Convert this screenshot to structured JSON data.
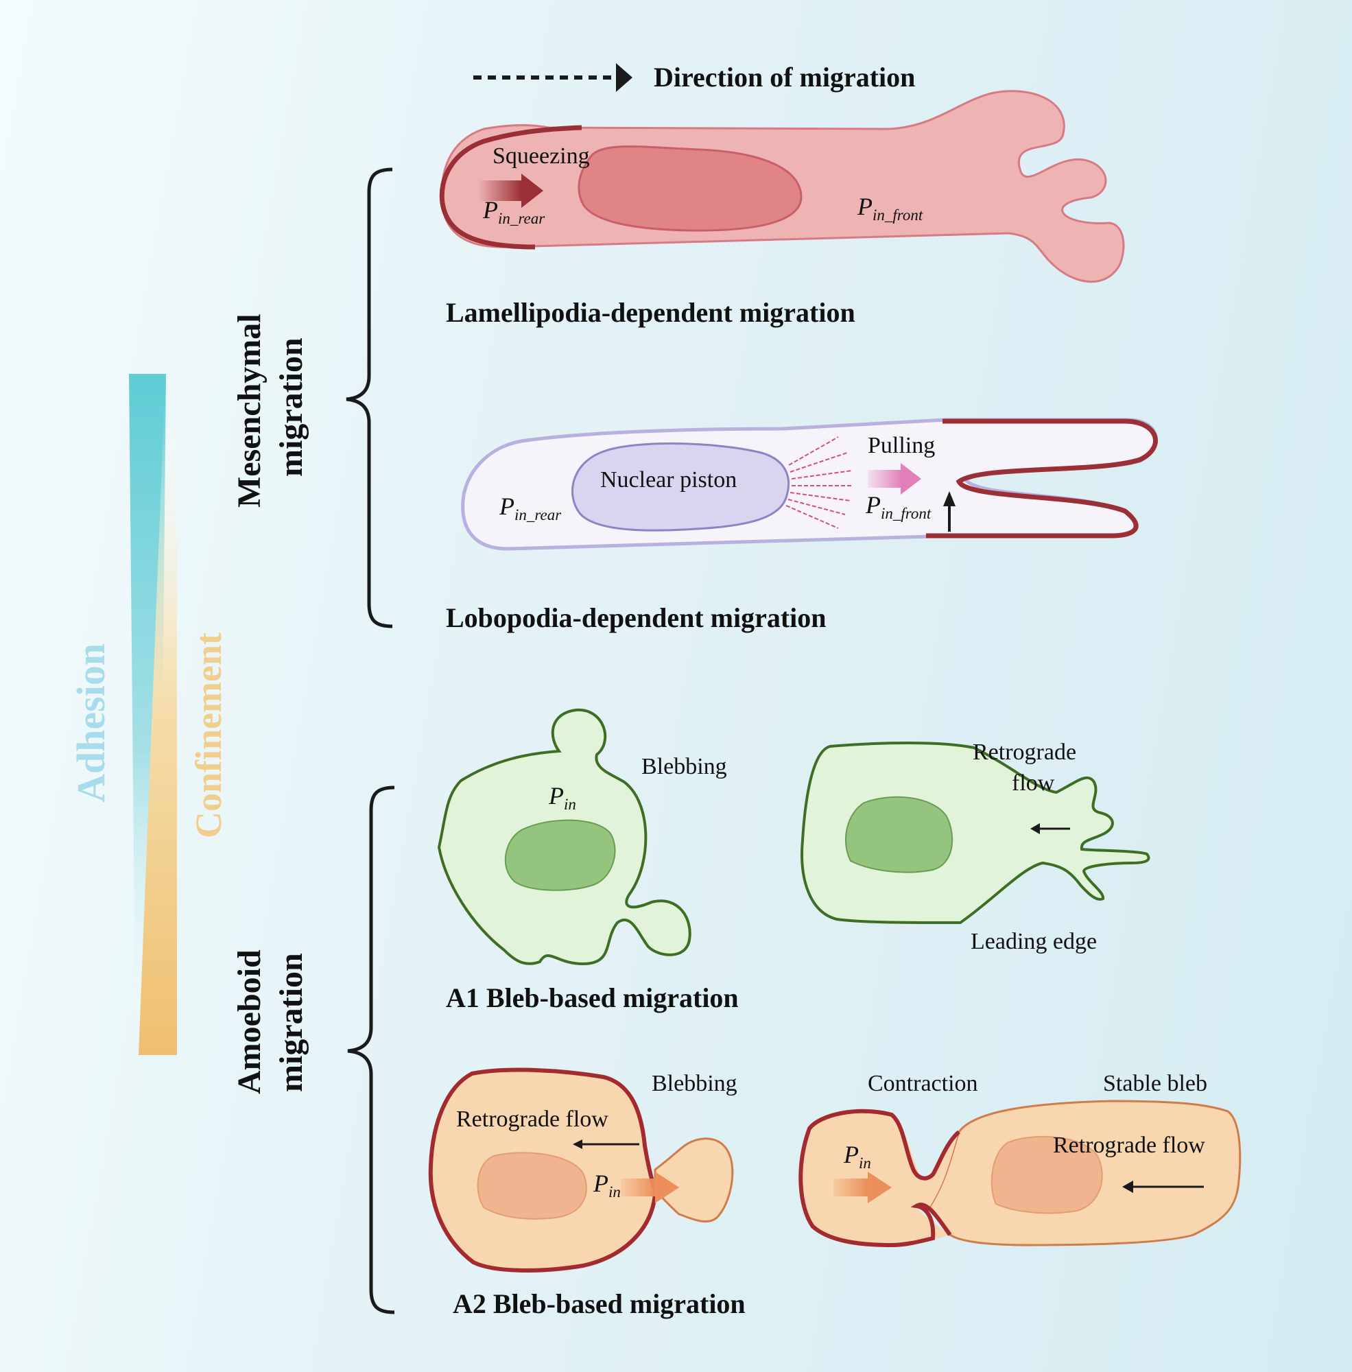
{
  "legend": {
    "direction_label": "Direction of migration"
  },
  "gradient_labels": {
    "adhesion": "Adhesion",
    "confinement": "Confinement"
  },
  "groups": {
    "mesenchymal": {
      "line1": "Mesenchymal",
      "line2": "migration"
    },
    "amoeboid": {
      "line1": "Amoeboid",
      "line2": "migration"
    }
  },
  "lamellipodia": {
    "title": "Lamellipodia-dependent migration",
    "squeezing": "Squeezing",
    "p_rear": {
      "main": "P",
      "sub": "in_rear"
    },
    "p_front": {
      "main": "P",
      "sub": "in_front"
    }
  },
  "lobopodia": {
    "title": "Lobopodia-dependent migration",
    "nuclear_piston": "Nuclear piston",
    "pulling": "Pulling",
    "p_rear": {
      "main": "P",
      "sub": "in_rear"
    },
    "p_front": {
      "main": "P",
      "sub": "in_front"
    }
  },
  "a1": {
    "title": "A1 Bleb-based migration",
    "blebbing": "Blebbing",
    "p_in": {
      "main": "P",
      "sub": "in"
    },
    "retrograde_line1": "Retrograde",
    "retrograde_line2": "flow",
    "leading_edge": "Leading edge"
  },
  "a2": {
    "title": "A2 Bleb-based migration",
    "blebbing": "Blebbing",
    "retrograde_flow": "Retrograde flow",
    "p_in": {
      "main": "P",
      "sub": "in"
    },
    "contraction": "Contraction",
    "stable_bleb": "Stable bleb",
    "retrograde_flow_right": "Retrograde flow",
    "p_in_right": {
      "main": "P",
      "sub": "in"
    }
  },
  "colors": {
    "lamellipodia_body": "#eeb3b3",
    "lamellipodia_nucleus": "#e08486",
    "cortex_dark_red": "#9a2f36",
    "lobopodia_body": "#f6f3fb",
    "lobopodia_nucleus": "#d9d4ef",
    "a1_body": "#e1f4da",
    "a1_nucleus": "#95c47e",
    "a1_outline": "#3e6e24",
    "a2_body": "#f8d7b0",
    "a2_nucleus": "#f0b48f",
    "adhesion_bar": "#5fccd6",
    "confinement_bar": "#efc27a"
  }
}
